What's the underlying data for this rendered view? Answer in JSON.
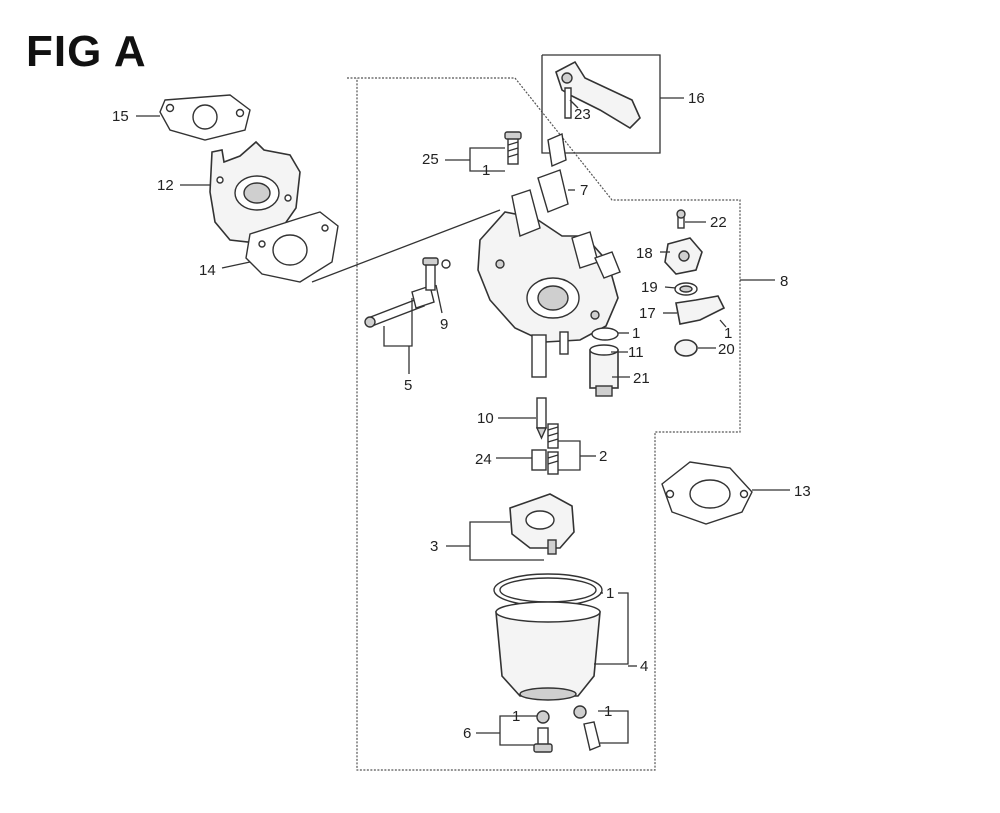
{
  "title": "FIG A",
  "callouts": [
    {
      "id": "c15",
      "text": "15"
    },
    {
      "id": "c12",
      "text": "12"
    },
    {
      "id": "c14",
      "text": "14"
    },
    {
      "id": "c25",
      "text": "25"
    },
    {
      "id": "c1a",
      "text": "1"
    },
    {
      "id": "c7",
      "text": "7"
    },
    {
      "id": "c16",
      "text": "16"
    },
    {
      "id": "c23",
      "text": "23"
    },
    {
      "id": "c22",
      "text": "22"
    },
    {
      "id": "c18",
      "text": "18"
    },
    {
      "id": "c8",
      "text": "8"
    },
    {
      "id": "c19",
      "text": "19"
    },
    {
      "id": "c17",
      "text": "17"
    },
    {
      "id": "c1b",
      "text": "1"
    },
    {
      "id": "c20",
      "text": "20"
    },
    {
      "id": "c9",
      "text": "9"
    },
    {
      "id": "c5",
      "text": "5"
    },
    {
      "id": "c1c",
      "text": "1"
    },
    {
      "id": "c11",
      "text": "11"
    },
    {
      "id": "c21",
      "text": "21"
    },
    {
      "id": "c10",
      "text": "10"
    },
    {
      "id": "c24",
      "text": "24"
    },
    {
      "id": "c2",
      "text": "2"
    },
    {
      "id": "c13",
      "text": "13"
    },
    {
      "id": "c3",
      "text": "3"
    },
    {
      "id": "c1d",
      "text": "1"
    },
    {
      "id": "c4",
      "text": "4"
    },
    {
      "id": "c6",
      "text": "6"
    },
    {
      "id": "c1e",
      "text": "1"
    },
    {
      "id": "c1f",
      "text": "1"
    }
  ]
}
